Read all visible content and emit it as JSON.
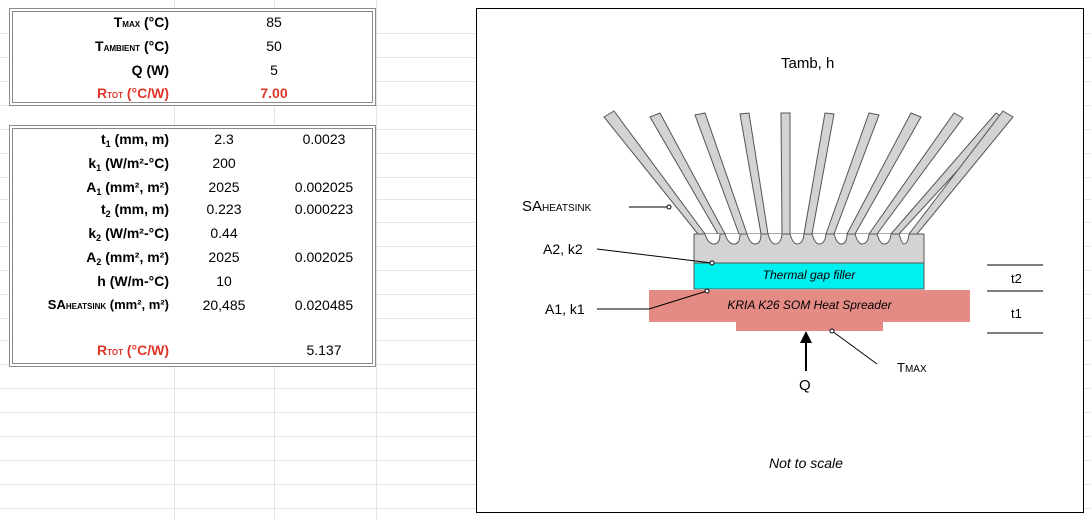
{
  "top_table": {
    "rows": [
      {
        "label_main": "T",
        "label_sc": "max",
        "label_tail": " (°C)",
        "value": "85"
      },
      {
        "label_main": "T",
        "label_sc": "ambient",
        "label_tail": " (°C)",
        "value": "50"
      },
      {
        "label_main": "Q",
        "label_sc": "",
        "label_tail": " (W)",
        "value": "5"
      },
      {
        "label_main": "R",
        "label_sc": "tot",
        "label_tail": " (°C/W)",
        "value": "7.00"
      }
    ]
  },
  "bottom_table": {
    "rows": [
      {
        "pre": "t",
        "sub": "1",
        "post": " (mm, m)",
        "v1": "2.3",
        "v2": "0.0023"
      },
      {
        "pre": "k",
        "sub": "1",
        "post": " (W/m²-°C)",
        "v1": "200",
        "v2": ""
      },
      {
        "pre": "A",
        "sub": "1",
        "post": " (mm², m²)",
        "v1": "2025",
        "v2": "0.002025"
      },
      {
        "pre": "t",
        "sub": "2",
        "post": " (mm, m)",
        "v1": "0.223",
        "v2": "0.000223"
      },
      {
        "pre": "k",
        "sub": "2",
        "post": " (W/m²-°C)",
        "v1": "0.44",
        "v2": ""
      },
      {
        "pre": "A",
        "sub": "2",
        "post": " (mm², m²)",
        "v1": "2025",
        "v2": "0.002025"
      },
      {
        "pre": "h (W/m-°C)",
        "sub": "",
        "post": "",
        "v1": "10",
        "v2": ""
      },
      {
        "pre": "SA",
        "sc": "heatsink",
        "post": " (mm², m²)",
        "v1": "20,485",
        "v2": "0.020485"
      }
    ],
    "rtot": {
      "label_main": "R",
      "label_sc": "tot",
      "label_tail": " (°C/W)",
      "value": "5.137"
    }
  },
  "diagram": {
    "tamb": "Tamb, h",
    "sa_heatsink_pre": "SA",
    "sa_heatsink_sc": "HEATSINK",
    "a2k2": "A2, k2",
    "a1k1": "A1, k1",
    "gap_filler": "Thermal gap filler",
    "spreader": "KRIA K26 SOM Heat Spreader",
    "t2": "t2",
    "t1": "t1",
    "tmax_pre": "T",
    "tmax_sc": "MAX",
    "q": "Q",
    "note": "Not to scale",
    "colors": {
      "gap": "#00f0f0",
      "spreader": "#e58b86",
      "heatsink": "#d0d0d0"
    }
  }
}
